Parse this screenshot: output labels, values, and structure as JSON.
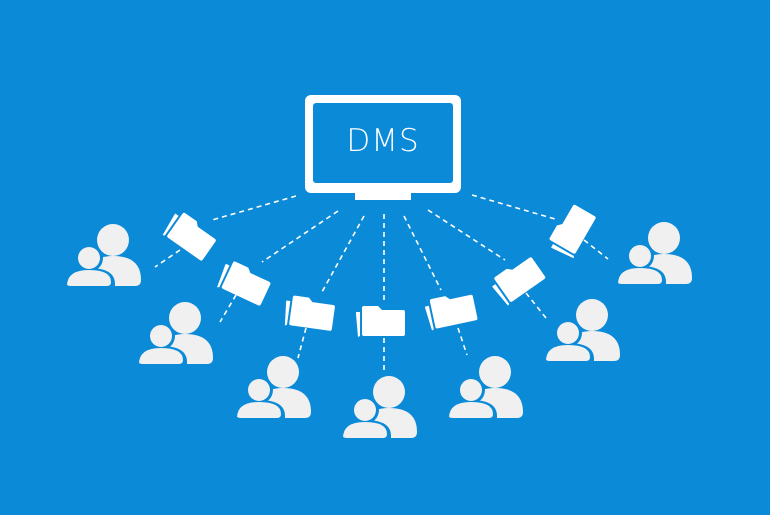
{
  "diagram": {
    "title": "DMS",
    "center_node": {
      "label": "DMS",
      "type": "monitor"
    },
    "background_color": "#0b8ad8",
    "foreground_color": "#ffffff",
    "user_icon_color": "#f0f0f0",
    "connections": [
      {
        "id": 1,
        "folder": "folder-icon",
        "users": "user-group-icon",
        "position": "far-left"
      },
      {
        "id": 2,
        "folder": "folder-icon",
        "users": "user-group-icon",
        "position": "left"
      },
      {
        "id": 3,
        "folder": "folder-icon",
        "users": "user-group-icon",
        "position": "center-left"
      },
      {
        "id": 4,
        "folder": "folder-icon",
        "users": "user-group-icon",
        "position": "center"
      },
      {
        "id": 5,
        "folder": "folder-icon",
        "users": "user-group-icon",
        "position": "center-right"
      },
      {
        "id": 6,
        "folder": "folder-icon",
        "users": "user-group-icon",
        "position": "right"
      },
      {
        "id": 7,
        "folder": "folder-icon",
        "users": "user-group-icon",
        "position": "far-right"
      }
    ]
  }
}
